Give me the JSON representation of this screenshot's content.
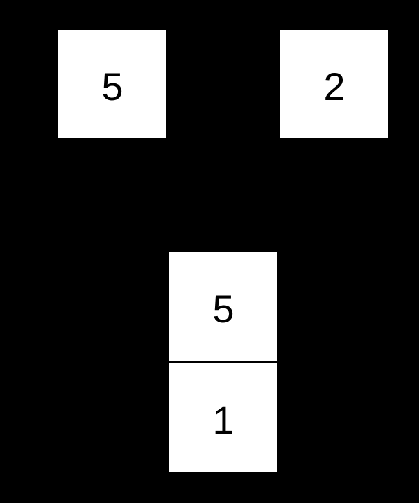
{
  "colors": {
    "background": "#000000",
    "tile_fill": "#ffffff",
    "tile_text": "#000000"
  },
  "board": {
    "tiles": [
      {
        "name": "top-left",
        "value": "5"
      },
      {
        "name": "top-right",
        "value": "2"
      },
      {
        "name": "stack-top",
        "value": "5"
      },
      {
        "name": "stack-bottom",
        "value": "1"
      }
    ]
  }
}
